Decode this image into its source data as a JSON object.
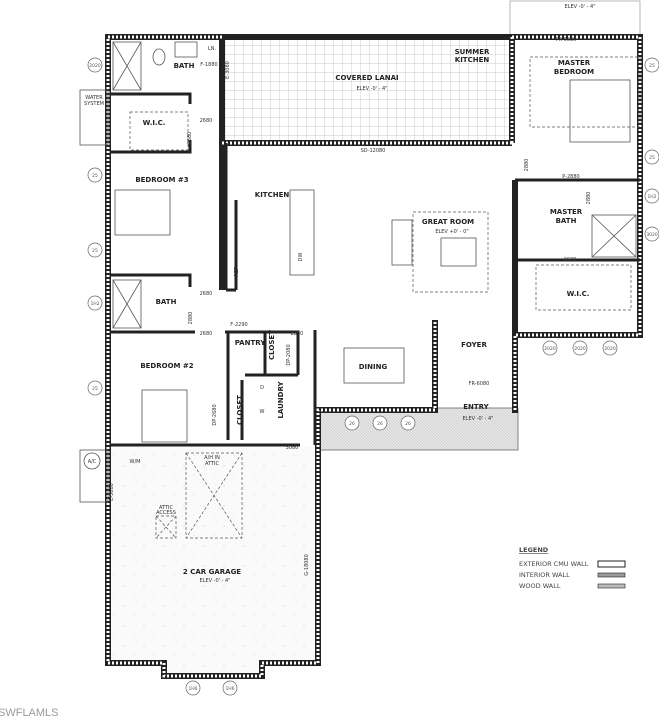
{
  "rooms": {
    "bath1": "BATH",
    "linen": "LN.",
    "wic1": "W.I.C.",
    "bedroom3": "BEDROOM #3",
    "kitchen": "KITCHEN",
    "covered_lanai": "COVERED LANAI",
    "summer_kitchen_1": "SUMMER",
    "summer_kitchen_2": "KITCHEN",
    "master_bedroom_1": "MASTER",
    "master_bedroom_2": "BEDROOM",
    "master_bath_1": "MASTER",
    "master_bath_2": "BATH",
    "great_room": "GREAT ROOM",
    "wic2": "W.I.C.",
    "foyer": "FOYER",
    "dining": "DINING",
    "entry": "ENTRY",
    "bath2": "BATH",
    "pantry": "PANTRY",
    "closet1": "CLOSET",
    "bedroom2": "BEDROOM #2",
    "closet2": "CLOSET",
    "laundry": "LAUNDRY",
    "garage": "2 CAR GARAGE",
    "water_system_1": "WATER",
    "water_system_2": "SYSTEM",
    "ac": "A/C",
    "wm": "W/M",
    "ah_1": "A/H IN",
    "ah_2": "ATTIC",
    "attic_access_1": "ATTIC",
    "attic_access_2": "ACCESS",
    "ref": "REF",
    "dw": "DW",
    "dryer": "D",
    "washer": "W"
  },
  "elevations": {
    "lanai": "ELEV -0' - 4\"",
    "master_entry": "ELEV -0' - 4\"",
    "great_room": "ELEV +0' - 0\"",
    "entry": "ELEV -0' - 4\"",
    "garage": "ELEV -0' - 4\""
  },
  "doors": {
    "f1880": "F-1880",
    "e3080a": "E-3080",
    "d2680a": "2680",
    "d2680b": "2680",
    "sd12080": "SD-12080",
    "fr6080a": "FR-6080",
    "d2880a": "2880",
    "p2880": "P-2880",
    "d2880b": "2880",
    "d2680c": "2680",
    "d2680d": "2680",
    "d2880c": "2880",
    "d2680e": "2680",
    "f2290": "F-2290",
    "dp2080": "DP-2080",
    "d2880d": "2880",
    "dp2680": "DP-2680",
    "d3080": "3080",
    "fr6080b": "FR-6080",
    "e3080b": "E-3080",
    "g18080": "G-18080"
  },
  "windows": {
    "w_l1": "2020",
    "w_l2": "25",
    "w_l3": "25",
    "w_l4": "1H2",
    "w_l5": "25",
    "w_r1": "25",
    "w_r2": "25",
    "w_r3": "1H2",
    "w_r4": "3020",
    "w_b1": "2020",
    "w_b2": "2020",
    "w_b3": "2020",
    "w_e1": "26",
    "w_e2": "26",
    "w_e3": "26",
    "w_g1": "1H6",
    "w_g2": "1H6"
  },
  "legend": {
    "title": "LEGEND",
    "items": [
      "EXTERIOR CMU WALL",
      "INTERIOR WALL",
      "WOOD WALL"
    ]
  },
  "watermark": "SWFLAMLS"
}
